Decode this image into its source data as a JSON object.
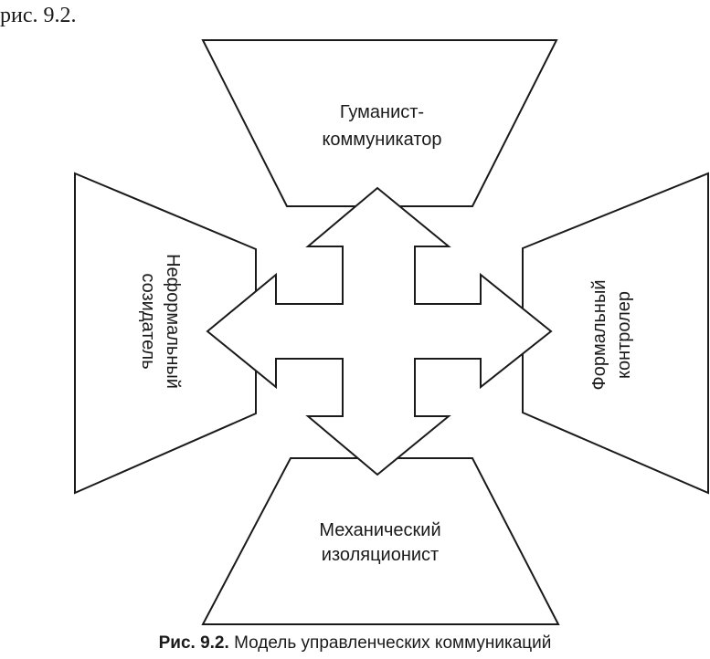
{
  "header_text": "рис. 9.2.",
  "diagram": {
    "top": {
      "line1": "Гуманист-",
      "line2": "коммуникатор"
    },
    "left": {
      "line1": "Неформальный",
      "line2": "созидатель"
    },
    "right": {
      "line1": "Формальный",
      "line2": "контролер"
    },
    "bottom": {
      "line1": "Механический",
      "line2": "изоляционист"
    }
  },
  "caption": {
    "number": "Рис. 9.2.",
    "title": "Модель управленческих коммуникаций"
  }
}
